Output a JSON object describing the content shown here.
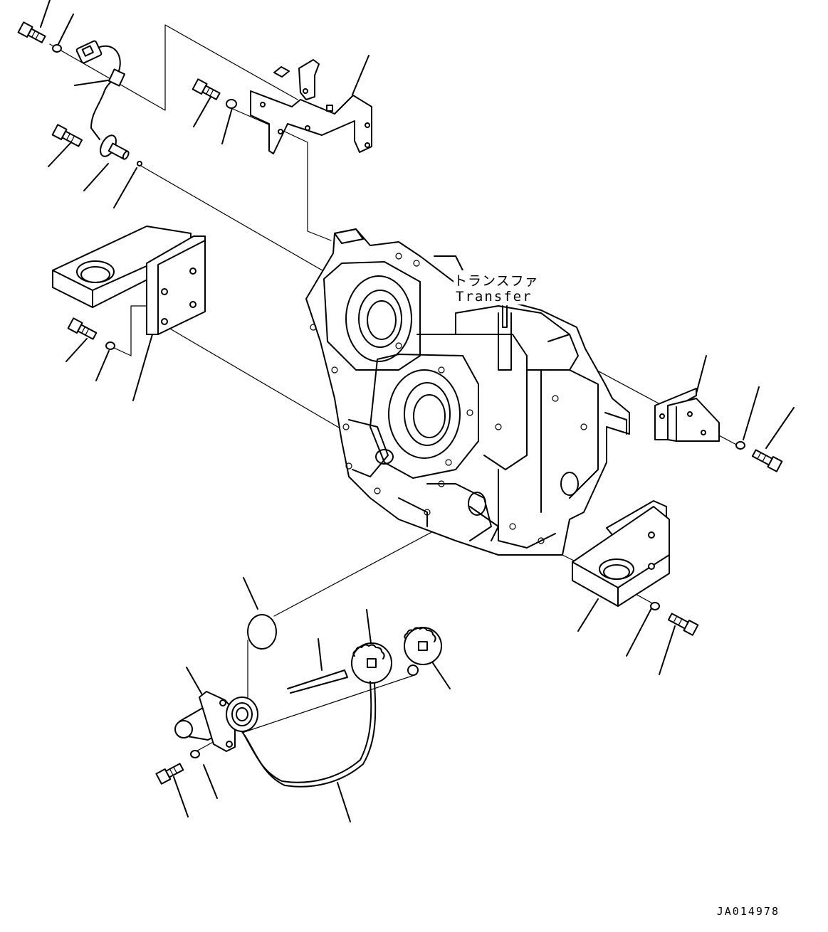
{
  "diagram": {
    "component_label_jp": "トランスファ",
    "component_label_en": "Transfer",
    "drawing_id": "JA014978"
  }
}
